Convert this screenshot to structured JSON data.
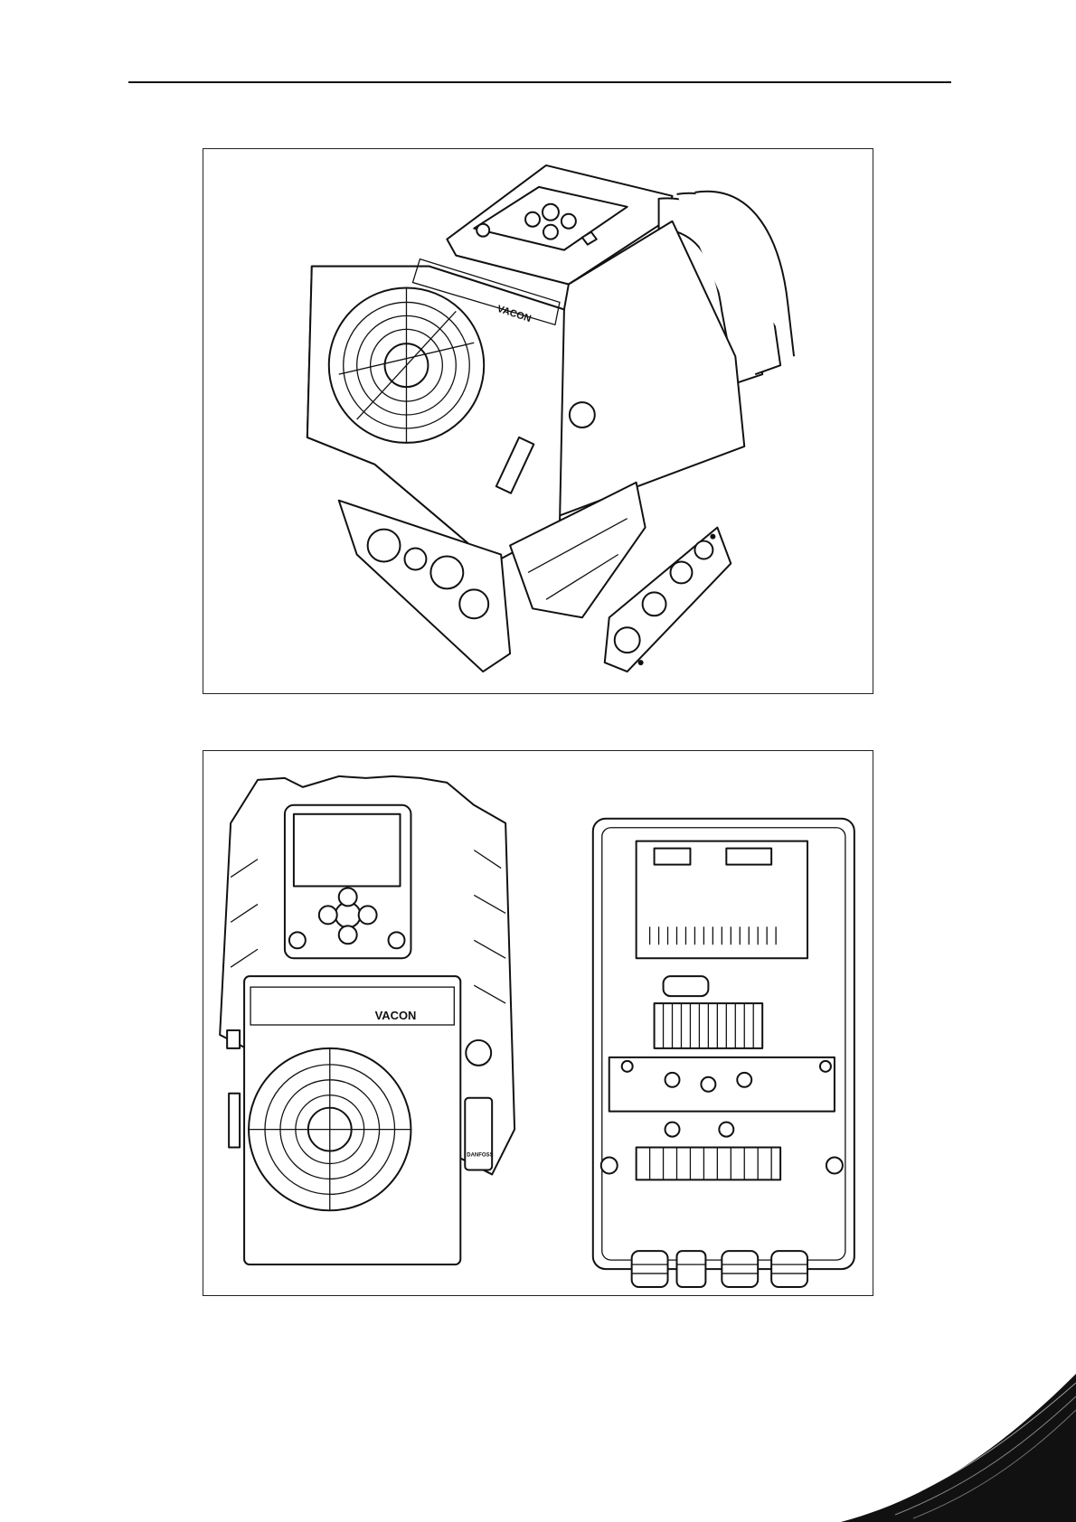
{
  "page": {
    "figures": [
      {
        "id": "fig1",
        "view": "exploded-isometric",
        "brand_text": "VACON"
      },
      {
        "id": "fig2",
        "views": [
          "front-closed",
          "front-open-terminals"
        ],
        "brand_text": "VACON",
        "label_text": "DANFOSS"
      }
    ],
    "colors": {
      "line": "#111111",
      "background": "#ffffff"
    }
  }
}
